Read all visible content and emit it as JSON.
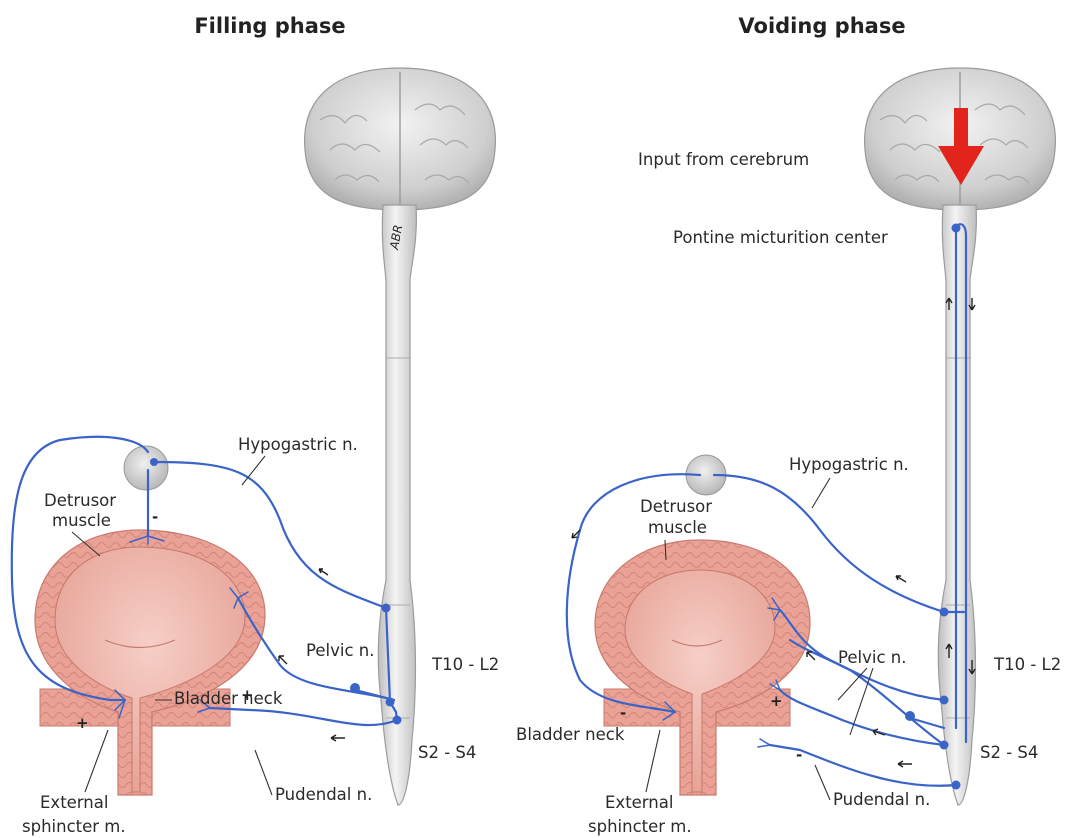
{
  "panels": {
    "filling": {
      "title": "Filling phase",
      "labels": {
        "hypogastric": "Hypogastric n.",
        "detrusor": "Detrusor\nmuscle",
        "pelvic": "Pelvic n.",
        "segment_upper": "T10 - L2",
        "bladder_neck": "Bladder neck",
        "segment_lower": "S2 - S4",
        "pudendal": "Pudendal n.",
        "external": "External\nsphincter m."
      },
      "signs": {
        "detrusor": "-",
        "bladder_neck": "+",
        "external": "+"
      }
    },
    "voiding": {
      "title": "Voiding phase",
      "labels": {
        "cerebrum_input": "Input from cerebrum",
        "pontine": "Pontine micturition center",
        "hypogastric": "Hypogastric n.",
        "detrusor": "Detrusor\nmuscle",
        "pelvic": "Pelvic n.",
        "segment_upper": "T10 - L2",
        "bladder_neck": "Bladder neck",
        "segment_lower": "S2 - S4",
        "pudendal": "Pudendal n.",
        "external": "External\nsphincter m."
      },
      "signs": {
        "bladder_neck": "-",
        "detrusor": "+",
        "external": "-"
      }
    }
  },
  "signature": "ABR",
  "colors": {
    "nerve": "#3a64c8",
    "bladder": "#e79a8f",
    "brain": "#c9c9c9",
    "cord": "#dcdcdc",
    "arrow_red": "#e3241c"
  }
}
